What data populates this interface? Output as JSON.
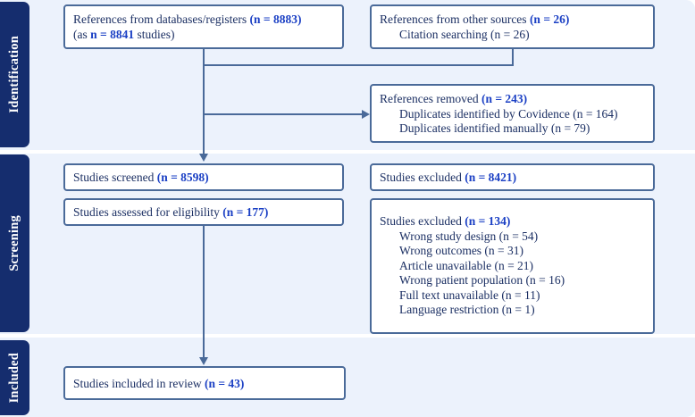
{
  "diagram": {
    "type": "prisma-flow-diagram",
    "accent_navy": "#152d6e",
    "accent_blue": "#1a3fc4",
    "band_background": "#ecf2fc",
    "box_border": "#4a6a99"
  },
  "stages": {
    "identification": "Identification",
    "screening": "Screening",
    "included": "Included"
  },
  "boxes": {
    "databases": {
      "line1_text": "References from databases/registers ",
      "line1_count": "(n = 8883)",
      "line2_pre": "(as ",
      "line2_count": "n = 8841",
      "line2_post": " studies)"
    },
    "other_sources": {
      "line1_text": "References from other sources ",
      "line1_count": "(n = 26)",
      "line2": "Citation searching (n = 26)"
    },
    "removed": {
      "line1_text": "References removed ",
      "line1_count": "(n = 243)",
      "line2": "Duplicates identified by Covidence (n = 164)",
      "line3": "Duplicates identified manually (n = 79)"
    },
    "screened": {
      "text": "Studies screened ",
      "count": "(n = 8598)"
    },
    "eligibility": {
      "text": "Studies assessed for eligibility ",
      "count": "(n = 177)"
    },
    "excluded_screening": {
      "text": "Studies excluded ",
      "count": "(n = 8421)"
    },
    "excluded_eligibility": {
      "text": "Studies excluded ",
      "count": "(n = 134)",
      "reasons": [
        "Wrong study design (n = 54)",
        "Wrong outcomes (n = 31)",
        "Article unavailable (n = 21)",
        "Wrong patient population (n = 16)",
        "Full text unavailable (n = 11)",
        "Language restriction (n = 1)"
      ]
    },
    "included": {
      "text": "Studies included in review ",
      "count": "(n = 43)"
    }
  }
}
